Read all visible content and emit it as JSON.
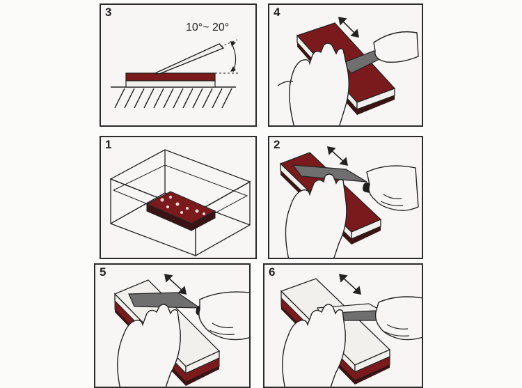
{
  "panels": [
    {
      "id": "step-3",
      "number": "3",
      "angle_label": "10°~ 20°"
    },
    {
      "id": "step-4",
      "number": "4"
    },
    {
      "id": "step-1",
      "number": "1"
    },
    {
      "id": "step-2",
      "number": "2"
    },
    {
      "id": "step-5",
      "number": "5"
    },
    {
      "id": "step-6",
      "number": "6"
    }
  ],
  "colors": {
    "stone_red": "#7a1a1c",
    "stone_white": "#f2f0ec",
    "stone_base": "#3a1414",
    "outline": "#222222",
    "blade": "#6f6f6f",
    "handle": "#1e1e1e"
  }
}
